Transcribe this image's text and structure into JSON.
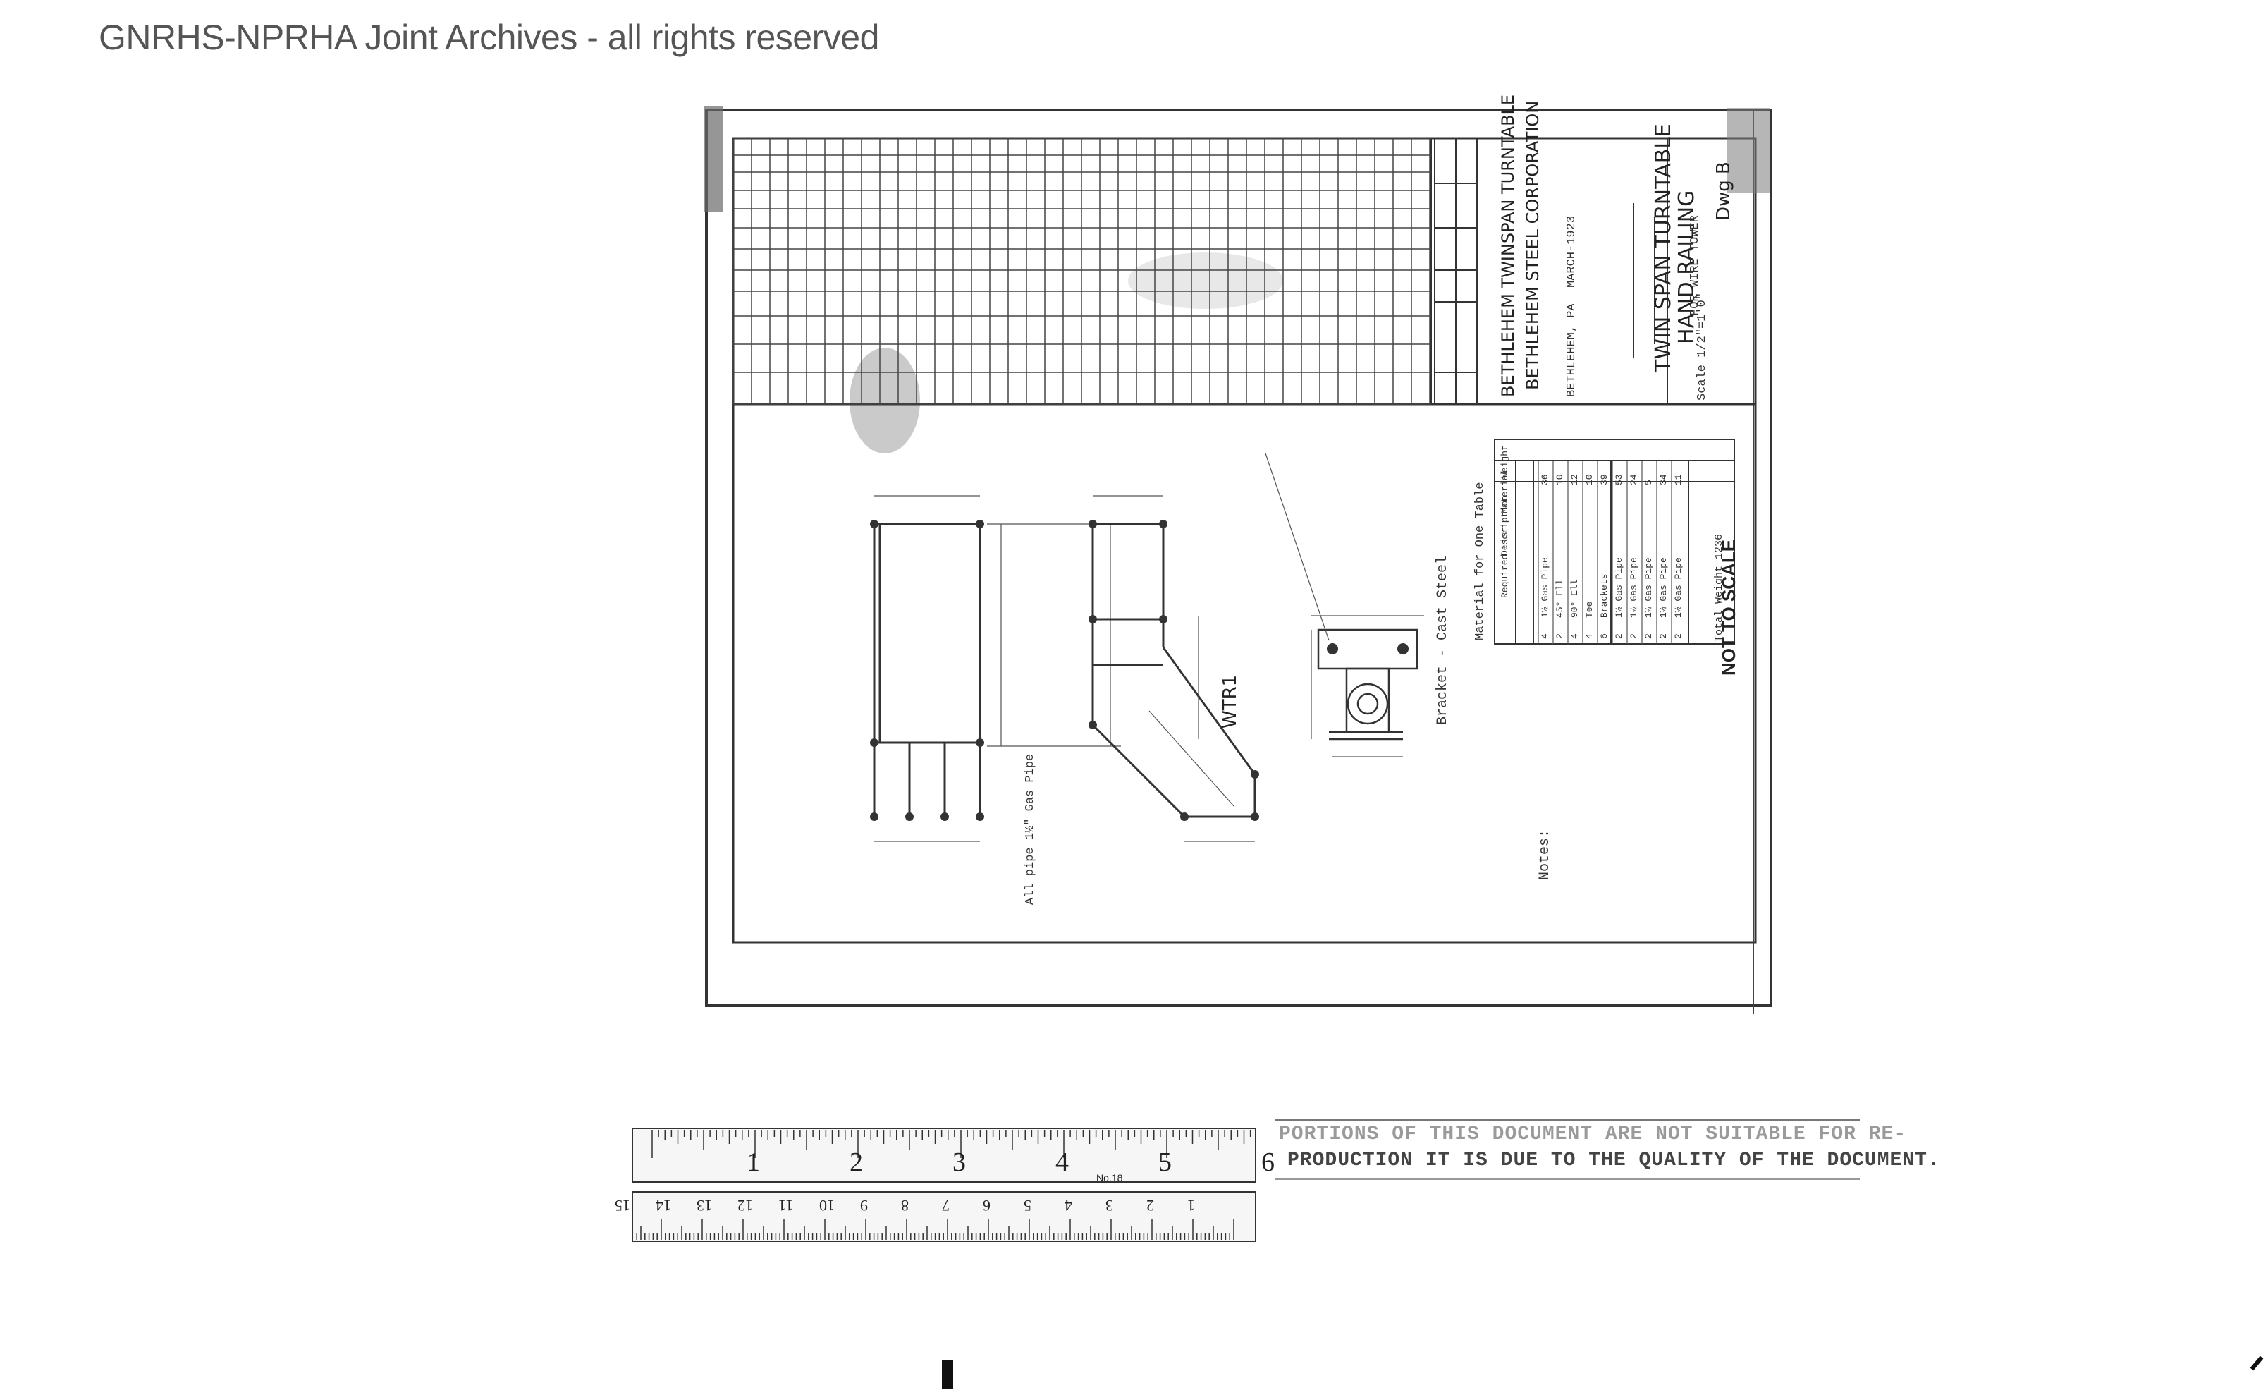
{
  "watermark": "GNRHS-NPRHA Joint Archives - all rights reserved",
  "drawing": {
    "title": "TWIN SPAN TURNTABLE",
    "subtitle": "HAND RAILING",
    "for_line": "FOR WIRE TOWER",
    "builder": "BETHLEHEM TWINSPAN TURNTABLE",
    "corp": "BETHLEHEM STEEL CORPORATION",
    "place": "BETHLEHEM, PA",
    "date": "MARCH-1923",
    "scale": "Scale 1/2\"=1'0\"",
    "dwg_no": "Dwg B",
    "not_to_scale": "NOT TO SCALE",
    "wtr": "WTR1",
    "bracket_label": "Bracket - Cast Steel",
    "notes_label": "Notes:",
    "pipe_note": "All pipe 1½\" Gas Pipe",
    "material_title": "Material for One Table",
    "material_headers": [
      "Required List",
      "Description",
      "Material",
      "Weight"
    ],
    "material_rows": [
      [
        "4",
        "1½ Gas Pipe",
        "36"
      ],
      [
        "2",
        "45° Ell",
        "10"
      ],
      [
        "4",
        "90° Ell",
        "12"
      ],
      [
        "4",
        "Tee",
        "10"
      ],
      [
        "6",
        "Brackets",
        "39"
      ],
      [
        "2",
        "1½ Gas Pipe",
        "53"
      ],
      [
        "2",
        "1½ Gas Pipe",
        "24"
      ],
      [
        "2",
        "1½ Gas Pipe",
        "5"
      ],
      [
        "2",
        "1½ Gas Pipe",
        "34"
      ],
      [
        "2",
        "1½ Gas Pipe",
        "11"
      ]
    ],
    "total_weight": "Total Weight 1236"
  },
  "ruler": {
    "inches": [
      "1",
      "2",
      "3",
      "4",
      "5",
      "6"
    ],
    "cm": [
      "1",
      "2",
      "3",
      "4",
      "5",
      "6",
      "7",
      "8",
      "9",
      "10",
      "11",
      "12",
      "13",
      "14",
      "15"
    ],
    "maker": "No.18"
  },
  "notice": {
    "line1": "PORTIONS OF THIS DOCUMENT ARE NOT SUITABLE FOR RE-",
    "line2": "PRODUCTION IT IS DUE TO THE QUALITY OF THE DOCUMENT."
  }
}
